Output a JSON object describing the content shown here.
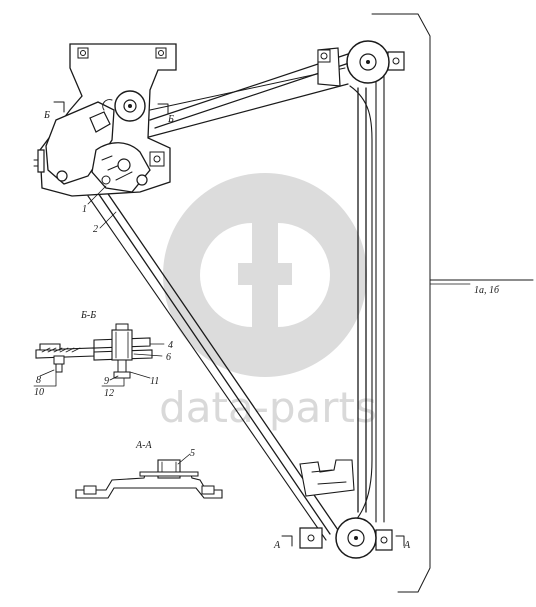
{
  "diagram": {
    "background_color": "#ffffff",
    "line_color": "#1a1a1a",
    "watermark_color": "#d9d9d9"
  },
  "labels": {
    "assembly_ref": "1а, 1б",
    "part_1": "1",
    "part_2": "2",
    "part_4": "4",
    "part_5": "5",
    "part_6": "6",
    "part_8": "8",
    "part_9": "9",
    "part_10": "10",
    "part_11": "11",
    "part_12": "12",
    "section_bb_mark": "Б",
    "section_aa_mark": "А",
    "section_bb_title": "Б-Б",
    "section_aa_title": "А-А"
  },
  "watermark": {
    "logo": "data-parts-logo",
    "text": "data-parts"
  }
}
